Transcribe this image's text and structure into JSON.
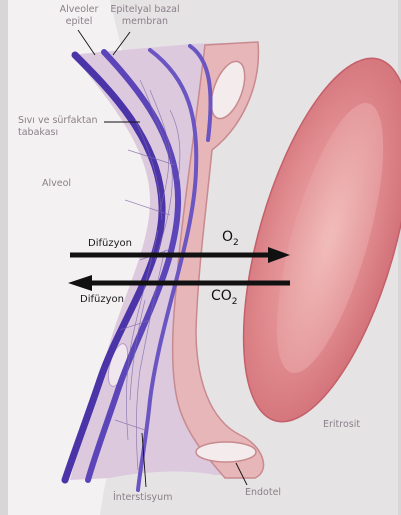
{
  "labels": {
    "alveolar_epithelium": [
      "Alveoler",
      "epitel"
    ],
    "basal_membrane": [
      "Epitelyal bazal",
      "membran"
    ],
    "fluid_surfactant": [
      "Sıvı ve sürfaktan",
      "tabakası"
    ],
    "alveolus": "Alveol",
    "erythrocyte": "Eritrosit",
    "endothelium": "Endotel",
    "interstitium": "İnterstisyum"
  },
  "diffusion": {
    "o2_label": "Difüzyon",
    "o2_symbol": "O",
    "o2_sub": "2",
    "co2_label": "Difüzyon",
    "co2_symbol": "CO",
    "co2_sub": "2"
  },
  "colors": {
    "background": "#d9d6d8",
    "alveolar_space": "#f3f1f2",
    "epithelium_purple": "#5a3db0",
    "membrane_fill": "#c8b3d6",
    "interstitium_lilac": "#dcc9de",
    "capillary_wall_pink": "#e7b6b8",
    "erythrocyte_red": "#d9737a",
    "arrow_black": "#111111",
    "label_gray": "#8a8088"
  }
}
